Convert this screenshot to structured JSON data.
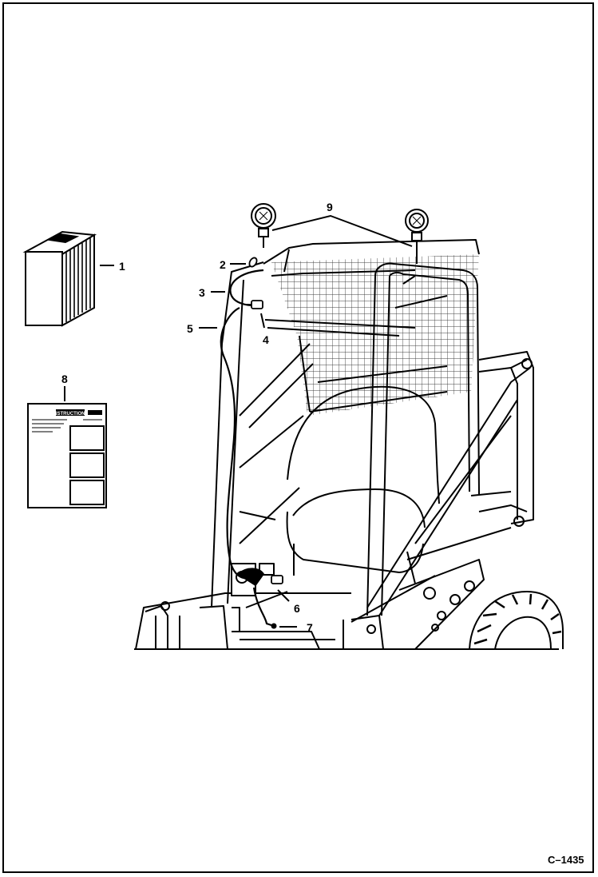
{
  "diagram": {
    "callouts": [
      "1",
      "2",
      "3",
      "4",
      "5",
      "6",
      "7",
      "8",
      "9"
    ],
    "instruction_sheet_title": "INSTRUCTIONS",
    "figure_code": "C–1435"
  }
}
